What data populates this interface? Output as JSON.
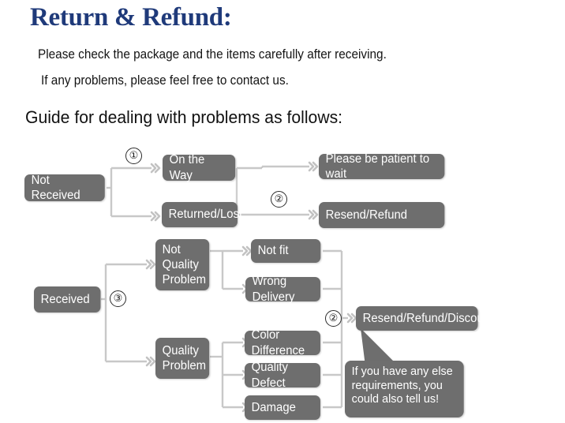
{
  "header": {
    "title": "Return & Refund:",
    "intro_line_1": "Please check the package and the items carefully after receiving.",
    "intro_line_2": "If any problems, please feel free to contact us.",
    "guide_heading": "Guide for dealing with problems as follows:"
  },
  "colors": {
    "title_blue": "#1F3A7A",
    "node_gray": "#6e6e6e",
    "node_text": "#ffffff",
    "connector_gray": "#c8c8c8",
    "body_text": "#141414",
    "background": "#ffffff"
  },
  "flowchart": {
    "steps": [
      {
        "id": "step-1",
        "label": "①"
      },
      {
        "id": "step-2-upper",
        "label": "②"
      },
      {
        "id": "step-3",
        "label": "③"
      },
      {
        "id": "step-2-lower",
        "label": "②"
      }
    ],
    "nodes": [
      {
        "id": "not-received",
        "label": "Not Received"
      },
      {
        "id": "on-the-way",
        "label": "On the Way"
      },
      {
        "id": "returned-lost",
        "label": "Returned/Lost"
      },
      {
        "id": "please-be-patient",
        "label": "Please be patient to wait"
      },
      {
        "id": "resend-refund",
        "label": "Resend/Refund"
      },
      {
        "id": "received",
        "label": "Received"
      },
      {
        "id": "not-quality-problem",
        "label": "Not\nQuality\nProblem"
      },
      {
        "id": "quality-problem",
        "label": "Quality\nProblem"
      },
      {
        "id": "not-fit",
        "label": "Not fit"
      },
      {
        "id": "wrong-delivery",
        "label": "Wrong Delivery"
      },
      {
        "id": "color-difference",
        "label": "Color Difference"
      },
      {
        "id": "quality-defect",
        "label": "Quality Defect"
      },
      {
        "id": "damage",
        "label": "Damage"
      },
      {
        "id": "resend-refund-discount",
        "label": "Resend/Refund/Discount"
      }
    ],
    "callout": {
      "text": "If you have any else requirements, you could also tell us!"
    }
  }
}
